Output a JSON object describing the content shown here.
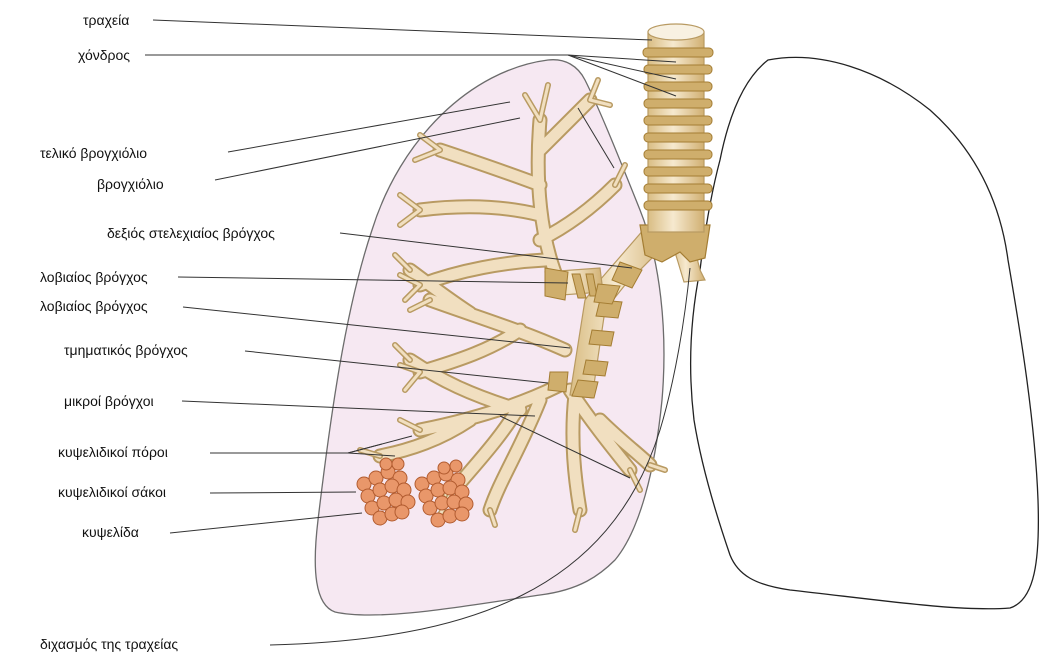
{
  "labels": {
    "trachea": "τραχεία",
    "cartilage": "χόνδρος",
    "terminal_bronchiole": "τελικό βρογχιόλιο",
    "bronchiole": "βρογχιόλιο",
    "right_main_bronchus": "δεξιός στελεχιαίος βρόγχος",
    "lobar_bronchus_1": "λοβιαίος βρόγχος",
    "lobar_bronchus_2": "λοβιαίος βρόγχος",
    "segmental_bronchus": "τμηματικός βρόγχος",
    "small_bronchi": "μικροί βρόγχοι",
    "alveolar_ducts": "κυψελιδικοί πόροι",
    "alveolar_sacs": "κυψελιδικοί σάκοι",
    "alveolus": "κυψελίδα",
    "tracheal_bifurcation": "διχασμός της τραχείας"
  },
  "colors": {
    "lung_fill": "#f6e8f2",
    "airway": "#f1dfc0",
    "airway_stroke": "#b89a62",
    "cartilage_ring": "#cfae6c",
    "cartilage_dark": "#a47d33",
    "alveoli": "#e9976a",
    "alveoli_stroke": "#b25c30",
    "leader_line": "#333333"
  }
}
